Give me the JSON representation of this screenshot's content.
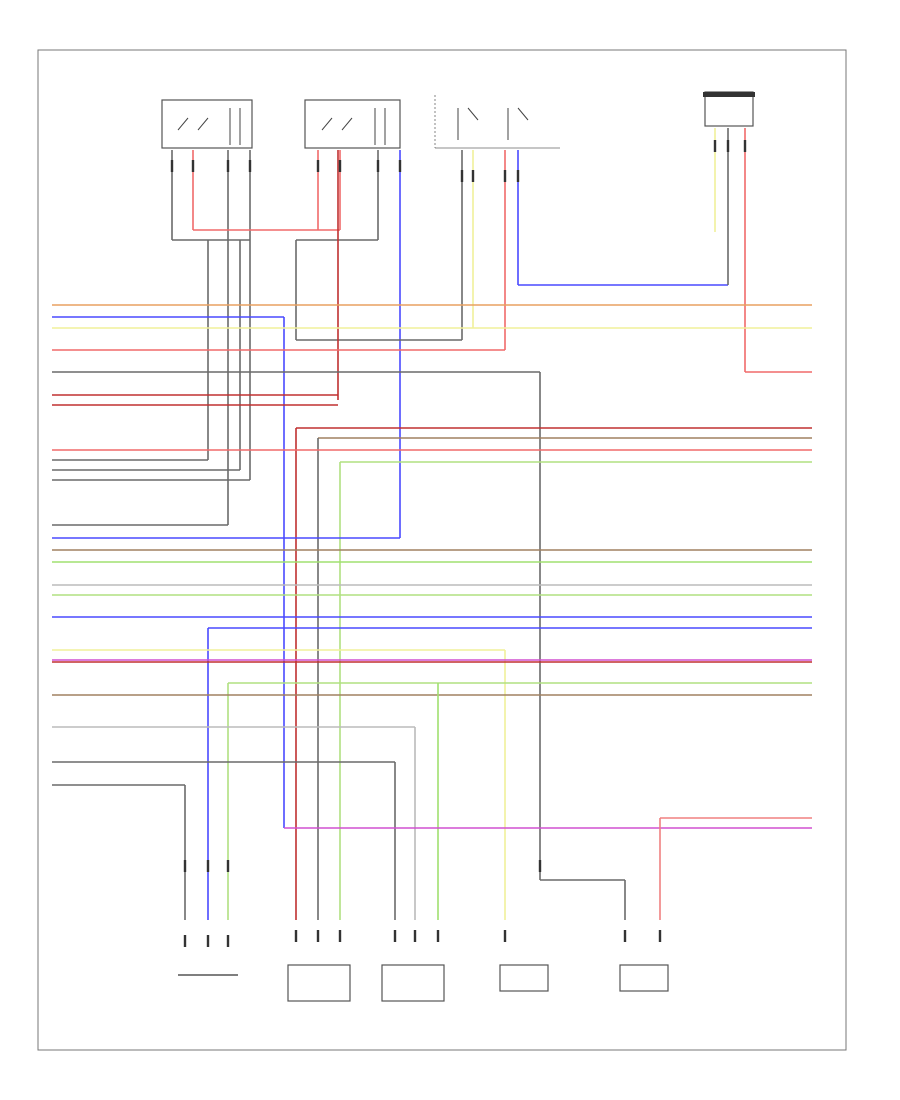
{
  "diagram": {
    "footer_code": "",
    "colors": {
      "orange": "#e8a060",
      "yellow": "#f0f09a",
      "red": "#f06a6a",
      "dark_red": "#c03030",
      "gray": "#6a6a6a",
      "brown": "#a08060",
      "green": "#b0e080",
      "light_green": "#a0e070",
      "blue": "#4a4aff",
      "purple": "#d050d0",
      "light_gray": "#bbbbbb",
      "pink": "#f08080"
    },
    "components": [
      {
        "id": "relay-1",
        "label": ""
      },
      {
        "id": "relay-2",
        "label": ""
      },
      {
        "id": "fuse-block",
        "label": ""
      },
      {
        "id": "top-right-module",
        "label": ""
      },
      {
        "id": "bottom-sensor-1",
        "label": ""
      },
      {
        "id": "bottom-sensor-2",
        "label": ""
      },
      {
        "id": "bottom-sensor-3",
        "label": ""
      },
      {
        "id": "bottom-sensor-4",
        "label": ""
      },
      {
        "id": "bottom-sensor-5",
        "label": ""
      }
    ]
  }
}
